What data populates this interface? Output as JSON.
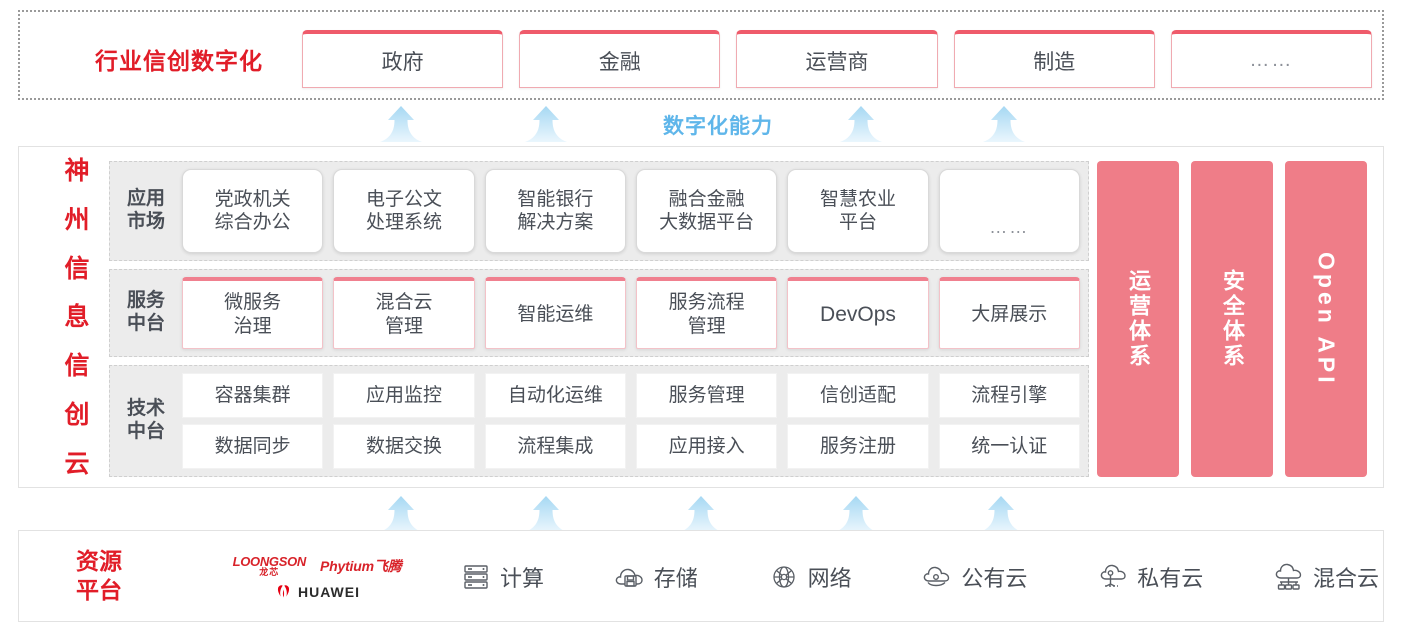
{
  "industry": {
    "title": "行业信创数字化",
    "cards": [
      {
        "label": "政府"
      },
      {
        "label": "金融"
      },
      {
        "label": "运营商"
      },
      {
        "label": "制造"
      },
      {
        "label": "……"
      }
    ]
  },
  "capability": {
    "label": "数字化能力",
    "arrow_icon": "up-arrow-icon",
    "arrow_color": "#bfe2f7",
    "top_arrow_count": 4,
    "bottom_arrow_count": 5
  },
  "cloud": {
    "title_chars": [
      "神",
      "州",
      "信",
      "息",
      "信",
      "创",
      "云"
    ],
    "rows": [
      {
        "id": "application-market",
        "label": "应用\n市场",
        "cards": [
          {
            "label": "党政机关\n综合办公"
          },
          {
            "label": "电子公文\n处理系统"
          },
          {
            "label": "智能银行\n解决方案"
          },
          {
            "label": "融合金融\n大数据平台"
          },
          {
            "label": "智慧农业\n平台"
          },
          {
            "label": "……"
          }
        ]
      },
      {
        "id": "service-platform",
        "label": "服务\n中台",
        "cards": [
          {
            "label": "微服务\n治理"
          },
          {
            "label": "混合云\n管理"
          },
          {
            "label": "智能运维"
          },
          {
            "label": "服务流程\n管理"
          },
          {
            "label": "DevOps"
          },
          {
            "label": "大屏展示"
          }
        ]
      },
      {
        "id": "technology-platform",
        "label": "技术\n中台",
        "lines": [
          [
            {
              "label": "容器集群"
            },
            {
              "label": "应用监控"
            },
            {
              "label": "自动化运维"
            },
            {
              "label": "服务管理"
            },
            {
              "label": "信创适配"
            },
            {
              "label": "流程引擎"
            }
          ],
          [
            {
              "label": "数据同步"
            },
            {
              "label": "数据交换"
            },
            {
              "label": "流程集成"
            },
            {
              "label": "应用接入"
            },
            {
              "label": "服务注册"
            },
            {
              "label": "统一认证"
            }
          ]
        ]
      }
    ],
    "pillars": [
      {
        "label": "运营体系",
        "type": "cjk"
      },
      {
        "label": "安全体系",
        "type": "cjk"
      },
      {
        "label": "Open API",
        "type": "en"
      }
    ],
    "pillar_color": "#ef7d88"
  },
  "resources": {
    "title": "资源\n平台",
    "logos": [
      {
        "name": "loongson-logo",
        "en": "LOONGSON",
        "cn": "龙芯"
      },
      {
        "name": "phytium-logo",
        "text": "Phytium飞腾"
      },
      {
        "name": "huawei-logo",
        "text": "HUAWEI"
      }
    ],
    "items": [
      {
        "icon": "server-icon",
        "label": "计算"
      },
      {
        "icon": "cloud-storage-icon",
        "label": "存储"
      },
      {
        "icon": "network-icon",
        "label": "网络"
      },
      {
        "icon": "public-cloud-icon",
        "label": "公有云"
      },
      {
        "icon": "private-cloud-icon",
        "label": "私有云"
      },
      {
        "icon": "hybrid-cloud-icon",
        "label": "混合云"
      }
    ]
  },
  "colors": {
    "brand_red": "#e11d28",
    "card_pink": "#ef5b6b",
    "pillar_pink": "#ef7d88",
    "arrow_blue": "#bfe2f7",
    "capability_blue": "#5fb6ea",
    "band_gray": "#ececec"
  }
}
